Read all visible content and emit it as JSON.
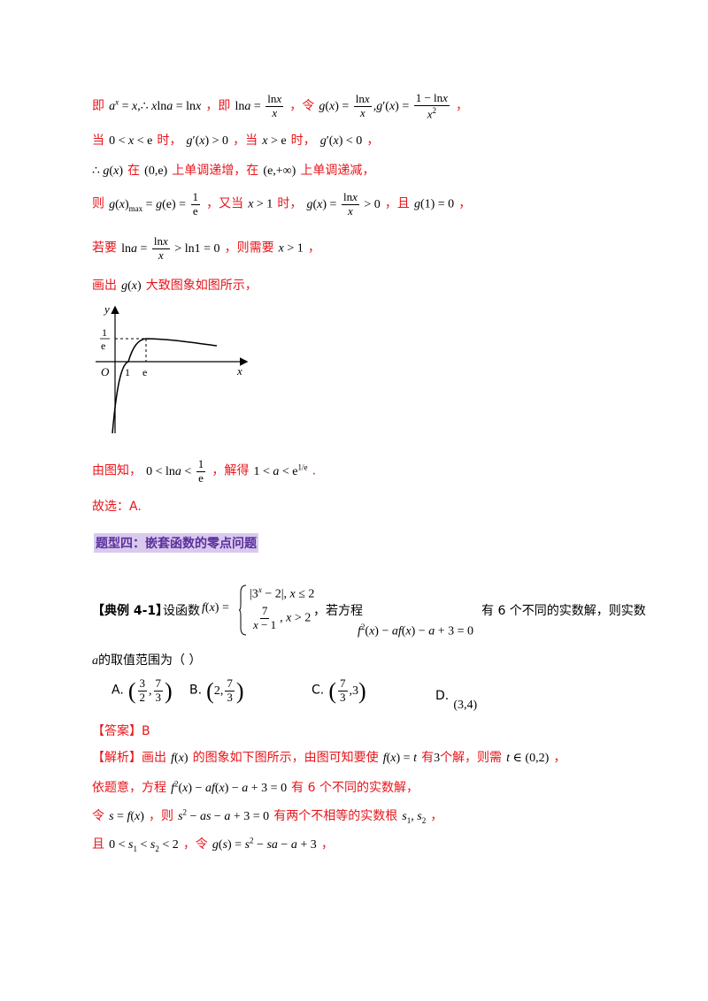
{
  "solution_lines": {
    "l1_prefix": "即",
    "l1_expr": "a^x = x, ∴ x ln a = ln x",
    "l1_mid": "，即",
    "l1_mid2": "，令",
    "l1_end": "，",
    "l2_a": "当",
    "l2_b": "时，",
    "l2_c": "，当",
    "l2_d": "时，",
    "l2_e": "，",
    "l3_a": "在",
    "l3_b": "上单调递增，在",
    "l3_c": "上单调递减，",
    "l4_a": "则",
    "l4_b": "，又当",
    "l4_c": "时，",
    "l4_d": "，且",
    "l4_e": "，",
    "l5_a": "若要",
    "l5_b": "，则需要",
    "l5_c": "，",
    "l6_a": "画出",
    "l6_b": "大致图象如图所示，",
    "l7_a": "由图知，",
    "l7_b": "，解得",
    "l7_c": ".",
    "l8": "故选：A."
  },
  "graph": {
    "y_label": "y",
    "x_label": "x",
    "origin": "O",
    "tick_1": "1",
    "tick_e": "e",
    "ytick_num": "1",
    "ytick_den": "e"
  },
  "section_heading": "题型四：嵌套函数的零点问题",
  "example": {
    "tag": "【典例 4-1】",
    "intro": "设函数",
    "mid": "，若方程",
    "tail": "有 6 个不同的实数解，则实数",
    "line2": "的取值范围为（    ）",
    "var_a": "a",
    "options": [
      "A.",
      "B.",
      "C.",
      "D."
    ]
  },
  "answer": {
    "label": "【答案】B"
  },
  "analysis": {
    "label": "【解析】",
    "p1_a": "画出",
    "p1_b": "的图象如下图所示，由图可知要使",
    "p1_c": "有",
    "p1_d": "3",
    "p1_e": "个解，则需",
    "p1_f": "，",
    "p2_a": "依题意，方程",
    "p2_b": "有 6 个不同的实数解，",
    "p3_a": "令",
    "p3_b": "，则",
    "p3_c": "有两个不相等的实数根",
    "p3_d": "，",
    "p4_a": "且",
    "p4_b": "，令",
    "p4_c": "，"
  }
}
